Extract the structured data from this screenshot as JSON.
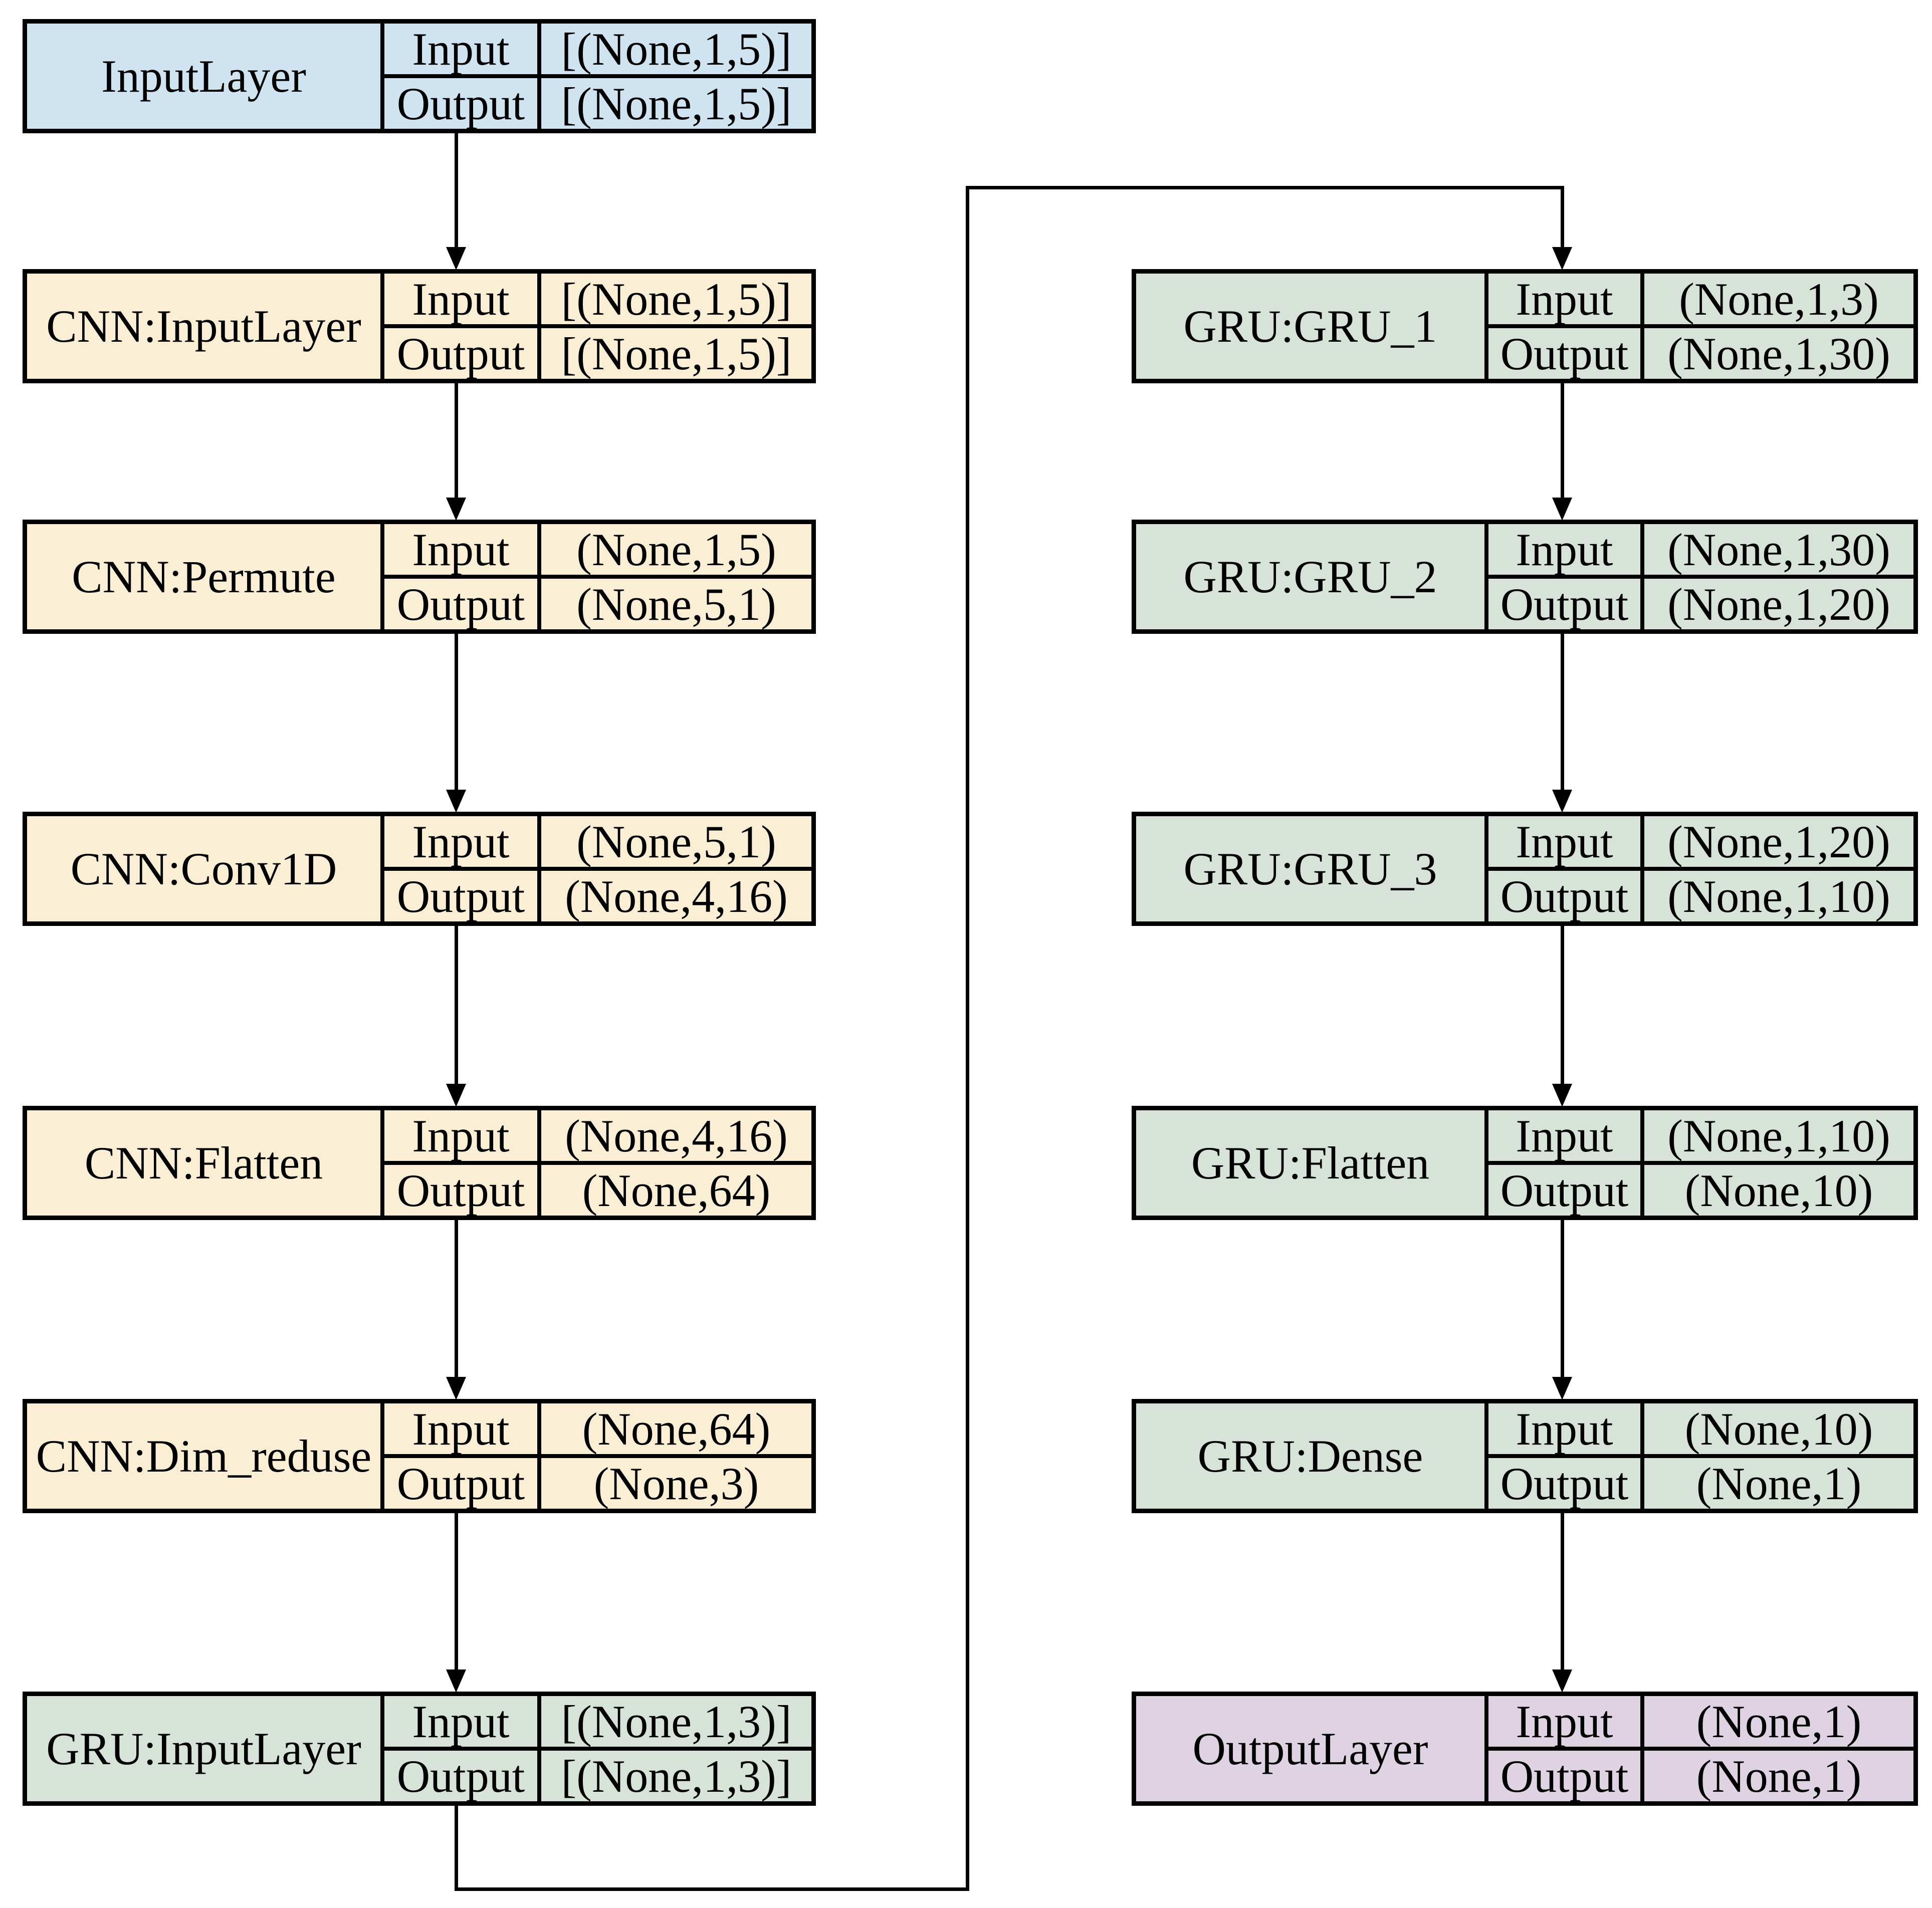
{
  "diagram": {
    "background_color": "#ffffff",
    "edge_color": "#000000",
    "group_colors": {
      "input": "#cfe3f1",
      "cnn": "#faefd4",
      "gru": "#d7e3d9",
      "output": "#dfd3e3"
    },
    "row_labels": {
      "input": "Input",
      "output": "Output"
    },
    "nodes": [
      {
        "id": "input-layer",
        "title": "InputLayer",
        "group": "input",
        "col": 0,
        "row": 0,
        "input": "[(None,1,5)]",
        "output": "[(None,1,5)]"
      },
      {
        "id": "cnn-input-layer",
        "title": "CNN:InputLayer",
        "group": "cnn",
        "col": 0,
        "row": 1,
        "input": "[(None,1,5)]",
        "output": "[(None,1,5)]"
      },
      {
        "id": "cnn-permute",
        "title": "CNN:Permute",
        "group": "cnn",
        "col": 0,
        "row": 2,
        "input": "(None,1,5)",
        "output": "(None,5,1)"
      },
      {
        "id": "cnn-conv1d",
        "title": "CNN:Conv1D",
        "group": "cnn",
        "col": 0,
        "row": 3,
        "input": "(None,5,1)",
        "output": "(None,4,16)"
      },
      {
        "id": "cnn-flatten",
        "title": "CNN:Flatten",
        "group": "cnn",
        "col": 0,
        "row": 4,
        "input": "(None,4,16)",
        "output": "(None,64)"
      },
      {
        "id": "cnn-dim-reduse",
        "title": "CNN:Dim_reduse",
        "group": "cnn",
        "col": 0,
        "row": 5,
        "input": "(None,64)",
        "output": "(None,3)"
      },
      {
        "id": "gru-input-layer",
        "title": "GRU:InputLayer",
        "group": "gru",
        "col": 0,
        "row": 6,
        "input": "[(None,1,3)]",
        "output": "[(None,1,3)]"
      },
      {
        "id": "gru-gru-1",
        "title": "GRU:GRU_1",
        "group": "gru",
        "col": 1,
        "row": 1,
        "input": "(None,1,3)",
        "output": "(None,1,30)"
      },
      {
        "id": "gru-gru-2",
        "title": "GRU:GRU_2",
        "group": "gru",
        "col": 1,
        "row": 2,
        "input": "(None,1,30)",
        "output": "(None,1,20)"
      },
      {
        "id": "gru-gru-3",
        "title": "GRU:GRU_3",
        "group": "gru",
        "col": 1,
        "row": 3,
        "input": "(None,1,20)",
        "output": "(None,1,10)"
      },
      {
        "id": "gru-flatten",
        "title": "GRU:Flatten",
        "group": "gru",
        "col": 1,
        "row": 4,
        "input": "(None,1,10)",
        "output": "(None,10)"
      },
      {
        "id": "gru-dense",
        "title": "GRU:Dense",
        "group": "gru",
        "col": 1,
        "row": 5,
        "input": "(None,10)",
        "output": "(None,1)"
      },
      {
        "id": "output-layer",
        "title": "OutputLayer",
        "group": "output",
        "col": 1,
        "row": 6,
        "input": "(None,1)",
        "output": "(None,1)"
      }
    ],
    "edges": [
      {
        "from": "input-layer",
        "to": "cnn-input-layer"
      },
      {
        "from": "cnn-input-layer",
        "to": "cnn-permute"
      },
      {
        "from": "cnn-permute",
        "to": "cnn-conv1d"
      },
      {
        "from": "cnn-conv1d",
        "to": "cnn-flatten"
      },
      {
        "from": "cnn-flatten",
        "to": "cnn-dim-reduse"
      },
      {
        "from": "cnn-dim-reduse",
        "to": "gru-input-layer"
      },
      {
        "from": "gru-input-layer",
        "to": "gru-gru-1",
        "routed": true
      },
      {
        "from": "gru-gru-1",
        "to": "gru-gru-2"
      },
      {
        "from": "gru-gru-2",
        "to": "gru-gru-3"
      },
      {
        "from": "gru-gru-3",
        "to": "gru-flatten"
      },
      {
        "from": "gru-flatten",
        "to": "gru-dense"
      },
      {
        "from": "gru-dense",
        "to": "output-layer"
      }
    ]
  }
}
